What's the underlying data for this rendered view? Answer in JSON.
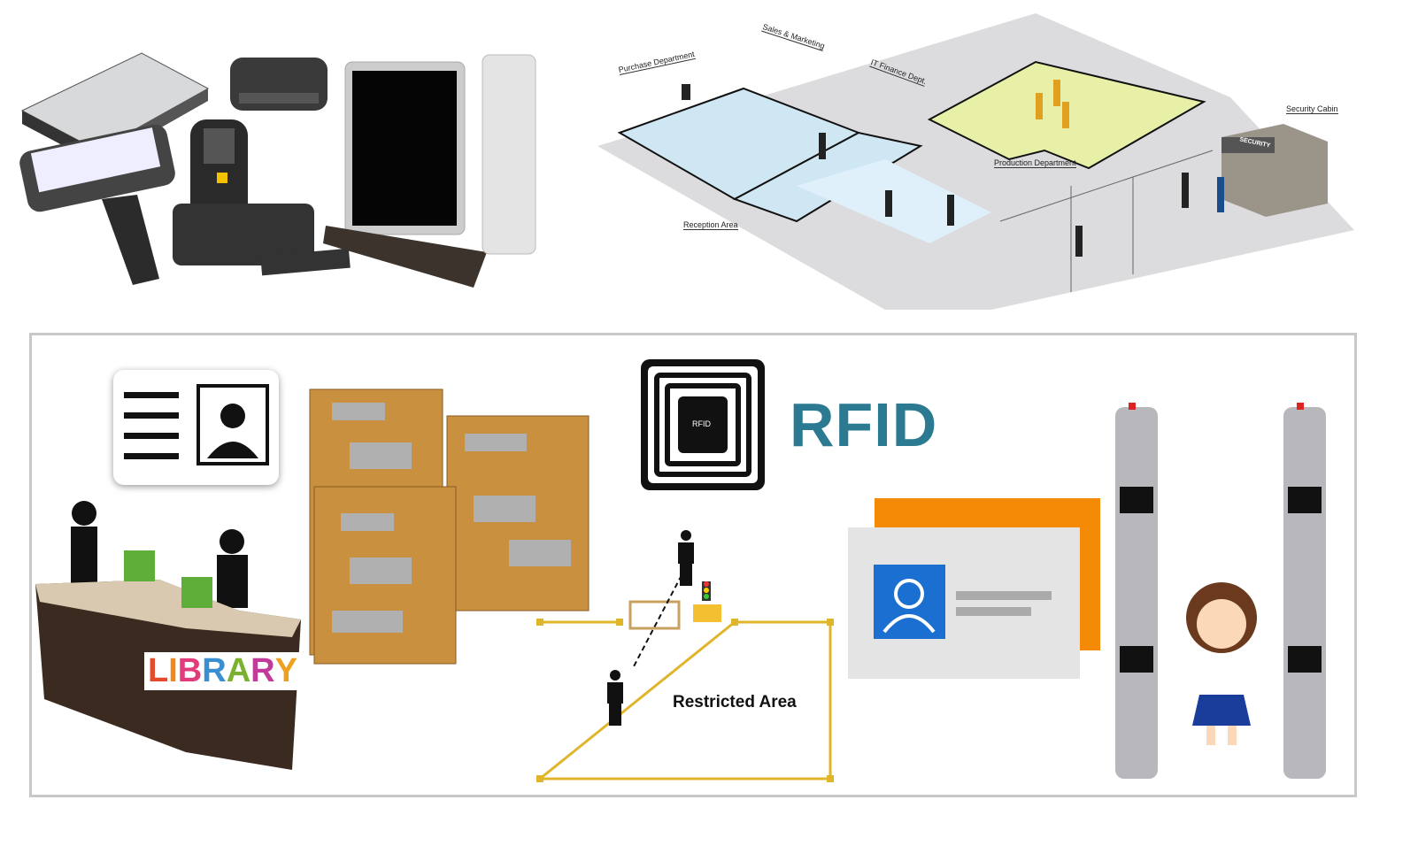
{
  "office_diagram": {
    "labels": {
      "purchase": "Purchase Department",
      "sales": "Sales & Marketing",
      "it_finance": "IT Finance Dept.",
      "production": "Production Department",
      "security_cabin": "Security Cabin",
      "reception": "Reception Area",
      "security_sign": "SECURITY"
    }
  },
  "rfid_panel": {
    "rfid_title": "RFID",
    "tag_chip_label": "RFID",
    "restricted_area": "Restricted Area",
    "library_sign": [
      "L",
      "I",
      "B",
      "R",
      "A",
      "R",
      "Y"
    ],
    "library_colors": [
      "#e24b2b",
      "#f08a1c",
      "#e23b7a",
      "#3a8fd0",
      "#7ab22f",
      "#c33b9a",
      "#f0a020"
    ]
  },
  "colors": {
    "rfid_blue": "#2b7a92",
    "restricted_border": "#e0b52a",
    "card_orange": "#f58a07",
    "avatar_blue": "#1a6fd0"
  }
}
